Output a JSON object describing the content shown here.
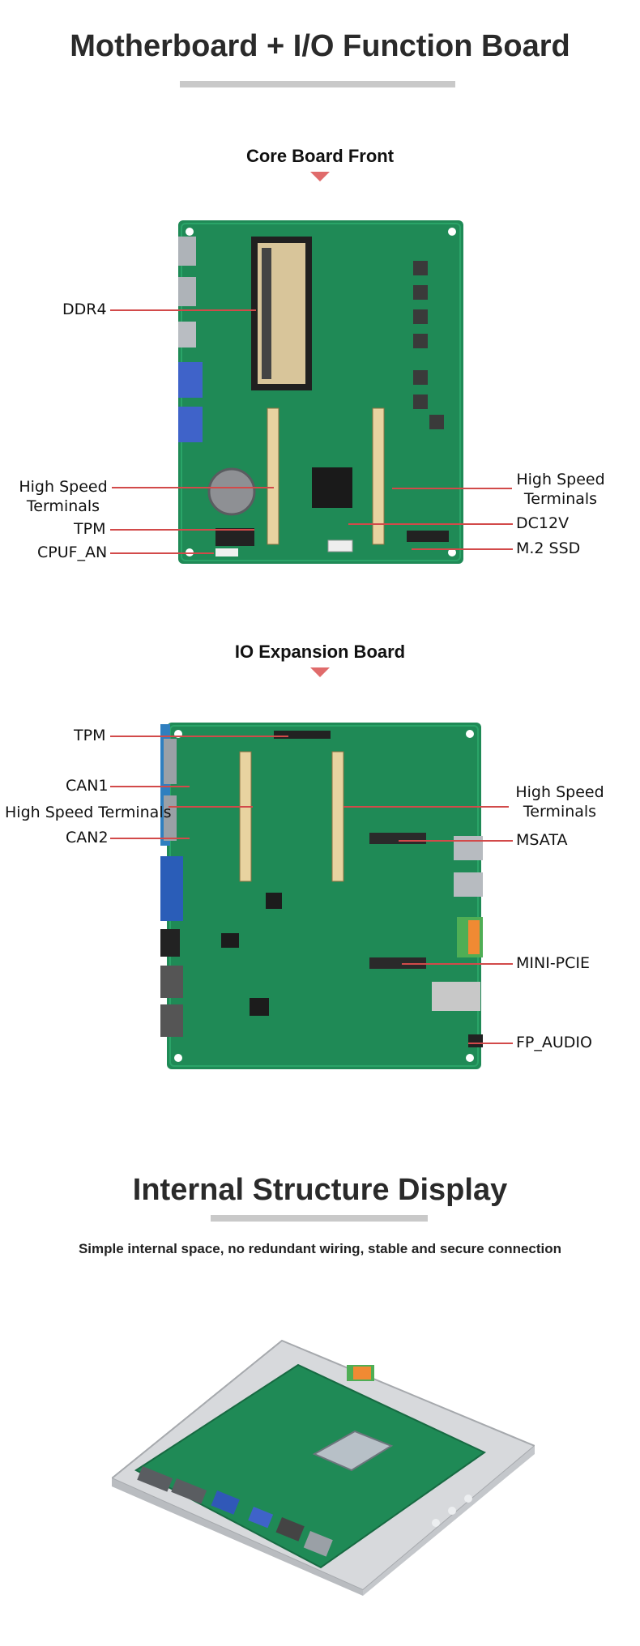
{
  "main_title": "Motherboard + I/O Function Board",
  "core_board": {
    "heading": "Core Board Front",
    "labels": {
      "ddr4": "DDR4",
      "hst_left_1": "High Speed",
      "hst_left_2": "Terminals",
      "tpm": "TPM",
      "cpuf_an": "CPUF_AN",
      "hst_right_1": "High Speed",
      "hst_right_2": "Terminals",
      "dc12v": "DC12V",
      "m2_ssd": "M.2 SSD"
    }
  },
  "io_board": {
    "heading": "IO Expansion Board",
    "labels": {
      "tpm": "TPM",
      "can1": "CAN1",
      "hst_left": "High Speed Terminals",
      "can2": "CAN2",
      "hst_right_1": "High Speed",
      "hst_right_2": "Terminals",
      "msata": "MSATA",
      "mini_pcie": "MINI-PCIE",
      "fp_audio": "FP_AUDIO"
    }
  },
  "internal": {
    "title": "Internal Structure Display",
    "subtitle": "Simple internal space, no redundant wiring, stable and secure connection"
  },
  "colors": {
    "accent_red": "#d24a4a",
    "triangle": "#e06b6b",
    "pcb_green": "#1f8a56",
    "underline_gray": "#c9c9c9"
  }
}
